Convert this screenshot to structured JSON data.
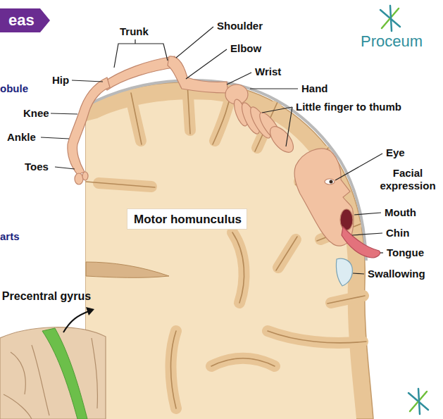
{
  "diagram": {
    "nodes": [
      {
        "text": [
          "eas"
        ]
      },
      {
        "text": [
          "Motor homunculus"
        ]
      }
    ],
    "labels": [
      "Trunk",
      "Shoulder",
      "Elbow",
      "Hip",
      "Wrist",
      "Hand",
      "Little finger to thumb",
      "obule",
      "Knee",
      "Ankle",
      "Toes",
      "Eye",
      "Facial expression",
      "Mouth",
      "Chin",
      "arts",
      "Tongue",
      "Swallowing",
      "Precentral gyrus",
      "Proceum"
    ]
  }
}
